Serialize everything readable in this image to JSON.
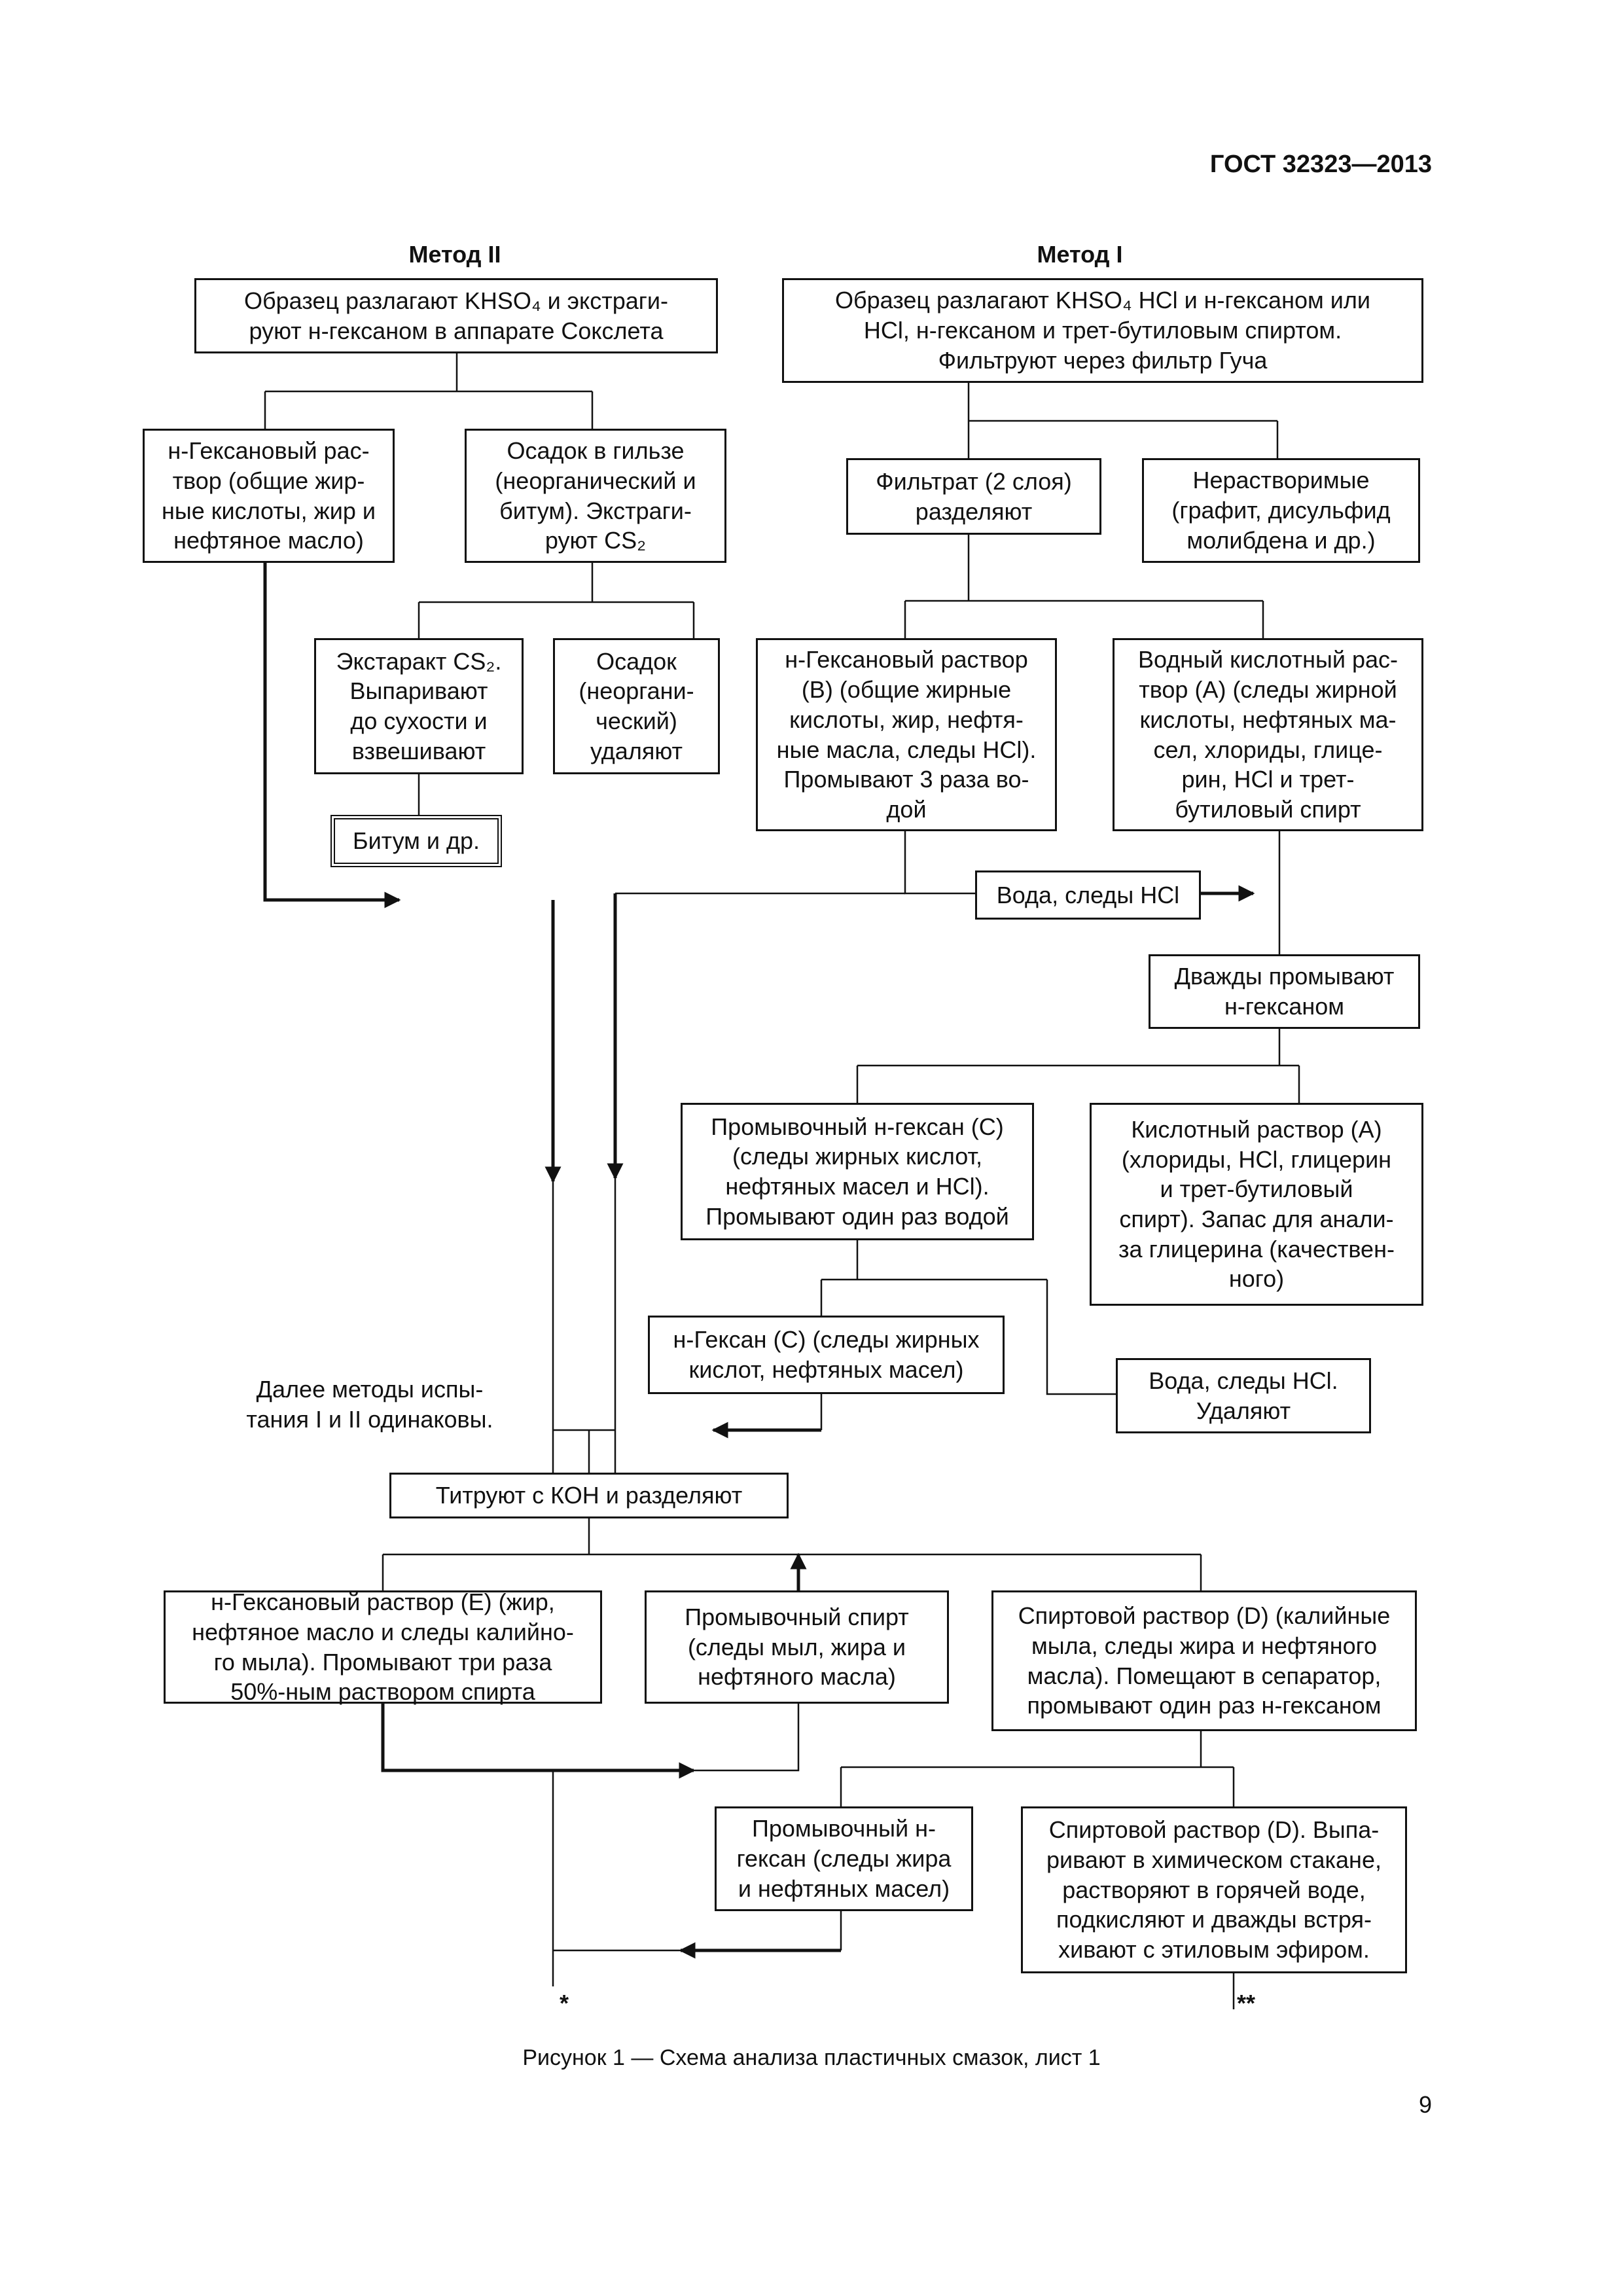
{
  "header": {
    "standard": "ГОСТ 32323—2013"
  },
  "methods": {
    "method_2": "Метод II",
    "method_1": "Метод I"
  },
  "boxes": {
    "b1": "Образец разлагают KHSO₄ и экстраги-\nруют н-гексаном в аппарате Сокслета",
    "b2": "Образец разлагают KHSO₄ HCl и н-гексаном или\nHCl, н-гексаном и трет-бутиловым спиртом.\nФильтруют через фильтр Гуча",
    "b3": "н-Гексановый рас-\nтвор (общие жир-\nные кислоты, жир и\nнефтяное масло)",
    "b4": "Осадок в гильзе\n(неорганический и\nбитум). Экстраги-\nруют CS₂",
    "b5": "Фильтрат (2 слоя)\nразделяют",
    "b6": "Нерастворимые\n(графит, дисульфид\nмолибдена и др.)",
    "b7": "Экстаракт CS₂.\nВыпаривают\nдо сухости и\nвзвешивают",
    "b8": "Осадок\n(неоргани-\nческий)\nудаляют",
    "b9": "н-Гексановый раствор\n(B) (общие жирные\nкислоты, жир, нефтя-\nные масла, следы HCl).\nПромывают 3 раза во-\nдой",
    "b10": "Водный кислотный рас-\nтвор (A) (следы жирной\nкислоты, нефтяных ма-\nсел, хлориды, глице-\nрин, HCl и трет-\nбутиловый спирт",
    "b11": "Битум и др.",
    "b12": "Вода, следы HCl",
    "b13": "Дважды промывают\nн-гексаном",
    "b14": "Промывочный н-гексан (C)\n(следы жирных кислот,\nнефтяных масел и HCl).\nПромывают один раз водой",
    "b15": "Кислотный раствор (A)\n(хлориды, HCl, глицерин\nи трет-бутиловый\nспирт). Запас для анали-\nза глицерина (качествен-\nного)",
    "b16": "н-Гексан (C) (следы жирных\nкислот, нефтяных масел)",
    "b17": "Вода, следы HCl.\nУдаляют",
    "b18": "Титруют с КОН и разделяют",
    "b19": "н-Гексановый раствор (E) (жир,\nнефтяное масло и следы калийно-\nго мыла). Промывают три раза\n50%-ным раствором спирта",
    "b20": "Промывочный спирт\n(следы мыл, жира и\nнефтяного масла)",
    "b21": "Спиртовой раствор (D) (калийные\nмыла, следы жира и нефтяного\nмасла). Помещают в сепаратор,\nпромывают один раз н-гексаном",
    "b22": "Промывочный н-\nгексан (следы жира\nи нефтяных масел)",
    "b23": "Спиртовой раствор (D). Выпа-\nривают в химическом стакане,\nрастворяют в горячей воде,\nподкисляют и дважды встря-\nхивают с этиловым эфиром."
  },
  "note": "Далее методы испы-\nтания I и II одинаковы.",
  "marks": {
    "single": "*",
    "double": "**"
  },
  "caption": "Рисунок 1 — Схема анализа пластичных смазок, лист 1",
  "page_number": "9"
}
